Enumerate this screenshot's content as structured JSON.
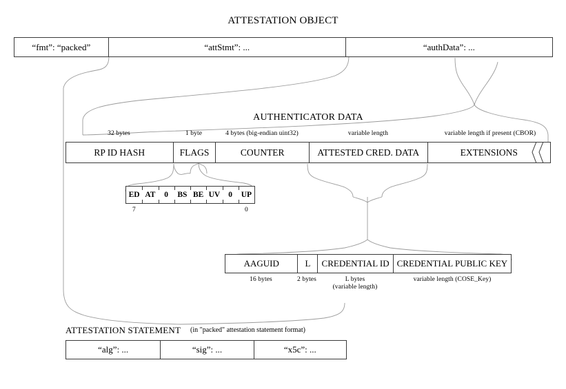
{
  "diagram": {
    "title": "ATTESTATION OBJECT",
    "attestation_object": {
      "fields": [
        {
          "label": "“fmt”: “packed”"
        },
        {
          "label": "“attStmt”: ..."
        },
        {
          "label": "“authData”: ..."
        }
      ]
    },
    "authenticator_data": {
      "title": "AUTHENTICATOR DATA",
      "fields": [
        {
          "label": "RP ID HASH",
          "size_note": "32 bytes"
        },
        {
          "label": "FLAGS",
          "size_note": "1 byte"
        },
        {
          "label": "COUNTER",
          "size_note": "4 bytes (big-endian uint32)"
        },
        {
          "label": "ATTESTED CRED. DATA",
          "size_note": "variable length"
        },
        {
          "label": "EXTENSIONS",
          "size_note": "variable length if present (CBOR)"
        }
      ]
    },
    "flags": {
      "bits": [
        "ED",
        "AT",
        "0",
        "BS",
        "BE",
        "UV",
        "0",
        "UP"
      ],
      "msb_index": "7",
      "lsb_index": "0"
    },
    "attested_credential_data": {
      "fields": [
        {
          "label": "AAGUID",
          "size_note": "16 bytes"
        },
        {
          "label": "L",
          "size_note": "2 bytes"
        },
        {
          "label": "CREDENTIAL ID",
          "size_note": "L bytes",
          "size_note2": "(variable length)"
        },
        {
          "label": "CREDENTIAL PUBLIC KEY",
          "size_note": "variable length (COSE_Key)"
        }
      ]
    },
    "attestation_statement": {
      "title": "ATTESTATION STATEMENT",
      "subtitle": "(in \"packed\" attestation statement format)",
      "fields": [
        {
          "label": "“alg”: ..."
        },
        {
          "label": "“sig”: ..."
        },
        {
          "label": "“x5c”: ..."
        }
      ]
    },
    "colors": {
      "line": "#3a3a3a",
      "connector": "#9a9a9a",
      "background": "#ffffff",
      "text": "#000000"
    }
  }
}
